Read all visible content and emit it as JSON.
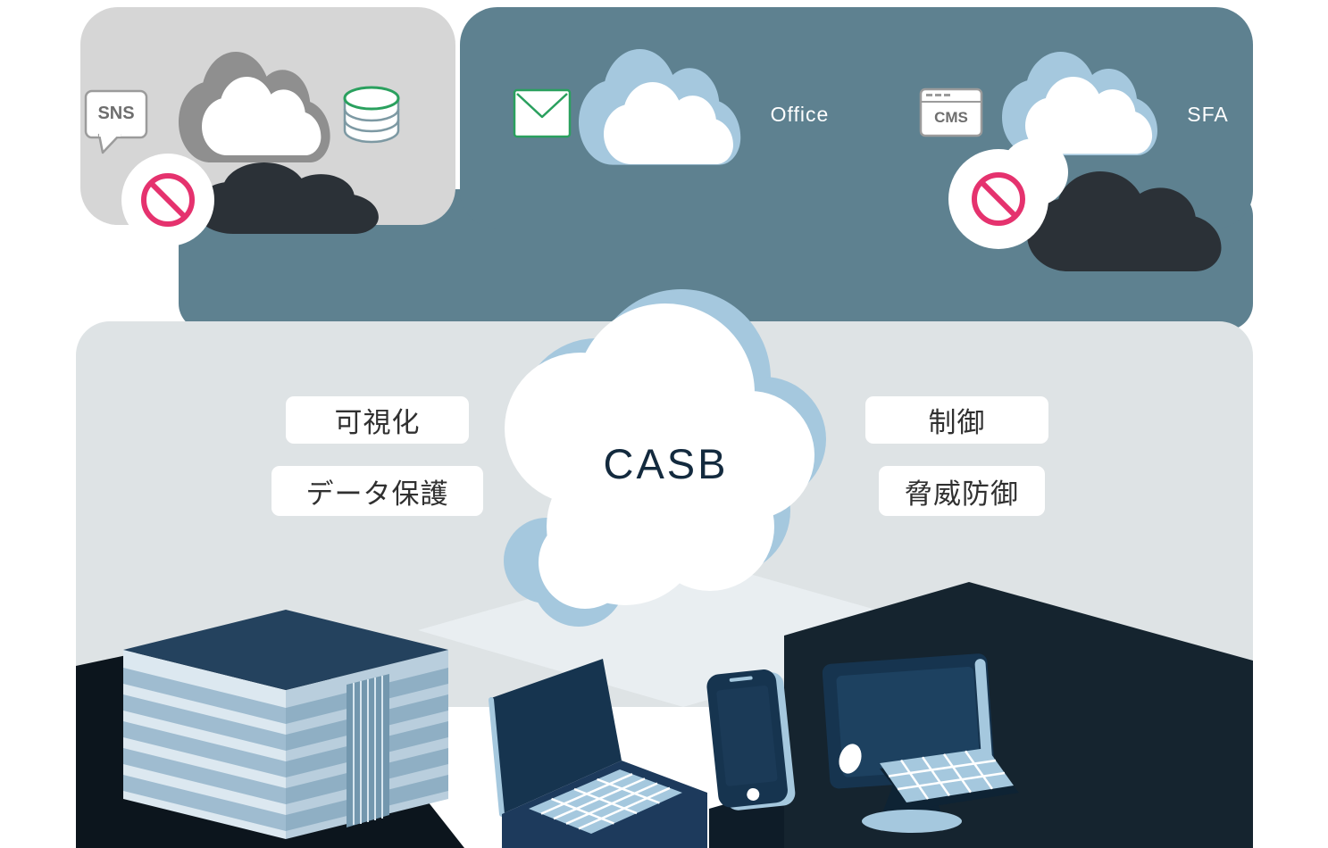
{
  "services": {
    "sns": "SNS",
    "office": "Office",
    "cms": "CMS",
    "sfa": "SFA"
  },
  "casb": {
    "label": "CASB"
  },
  "features": {
    "visualization": "可視化",
    "data_protection": "データ保護",
    "control": "制御",
    "threat_defense": "脅威防御"
  },
  "icons": {
    "sns_bubble": "speech-bubble-icon",
    "database": "database-icon",
    "mail": "mail-icon",
    "cms_window": "browser-window-icon",
    "prohibition": "no-entry-icon",
    "cloud": "cloud-icon",
    "building": "office-building-icon",
    "laptop": "laptop-icon",
    "smartphone": "smartphone-icon",
    "desktop": "desktop-computer-icon"
  },
  "colors": {
    "teal_band": "#5e8190",
    "gray_blob": "#d6d6d6",
    "panel_gray": "#dee3e5",
    "light_blue": "#a5c8de",
    "device_navy": "#16344f",
    "dark_ground": "#15242f",
    "charcoal_cloud": "#2b3137",
    "prohibit_pink": "#e5326e",
    "accent_green": "#2aa05e",
    "text_dark": "#303030",
    "white": "#ffffff"
  }
}
